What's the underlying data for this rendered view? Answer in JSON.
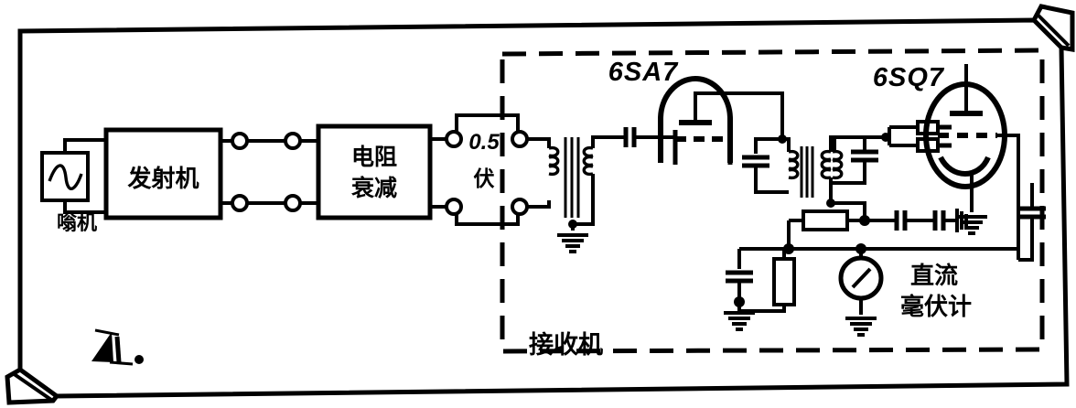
{
  "figure": {
    "kind": "schematic-diagram",
    "subject": "superheterodyne receiver sensitivity measurement setup",
    "ink_color": "#000000",
    "background_color": "#ffffff"
  },
  "outer_frame": {
    "name": "page-border",
    "style": "solid rectangle with clipped top-right and bottom-left corners"
  },
  "receiver_box": {
    "name": "receiver-dashed-box",
    "style": "dashed",
    "label": "接收机"
  },
  "blocks": [
    {
      "id": "oscillator",
      "label": "~",
      "sub_label": "嗡机",
      "shape": "rect-with-sine"
    },
    {
      "id": "transmitter",
      "label": "发射机",
      "shape": "rect"
    },
    {
      "id": "attenuator",
      "label_line1": "电阻",
      "label_line2": "衰减",
      "shape": "rect"
    },
    {
      "id": "level",
      "label_line1": "0.5",
      "label_line2": "伏",
      "shape": "open-terminals"
    }
  ],
  "tubes": [
    {
      "id": "mixer",
      "label": "6SA7",
      "envelope": "dome"
    },
    {
      "id": "detector",
      "label": "6SQ7",
      "envelope": "oval"
    }
  ],
  "meter": {
    "id": "dc-millivoltmeter",
    "label_line1": "直流",
    "label_line2": "毫伏计",
    "symbol": "circle-with-needle"
  },
  "components": {
    "terminal_nodes": 8,
    "transformers": 3,
    "capacitors": 9,
    "resistors": 2,
    "grounds": 5
  },
  "corner_mark": {
    "id": "bottom-left-scan-mark",
    "description": "small ink blot / stamp artifact"
  }
}
